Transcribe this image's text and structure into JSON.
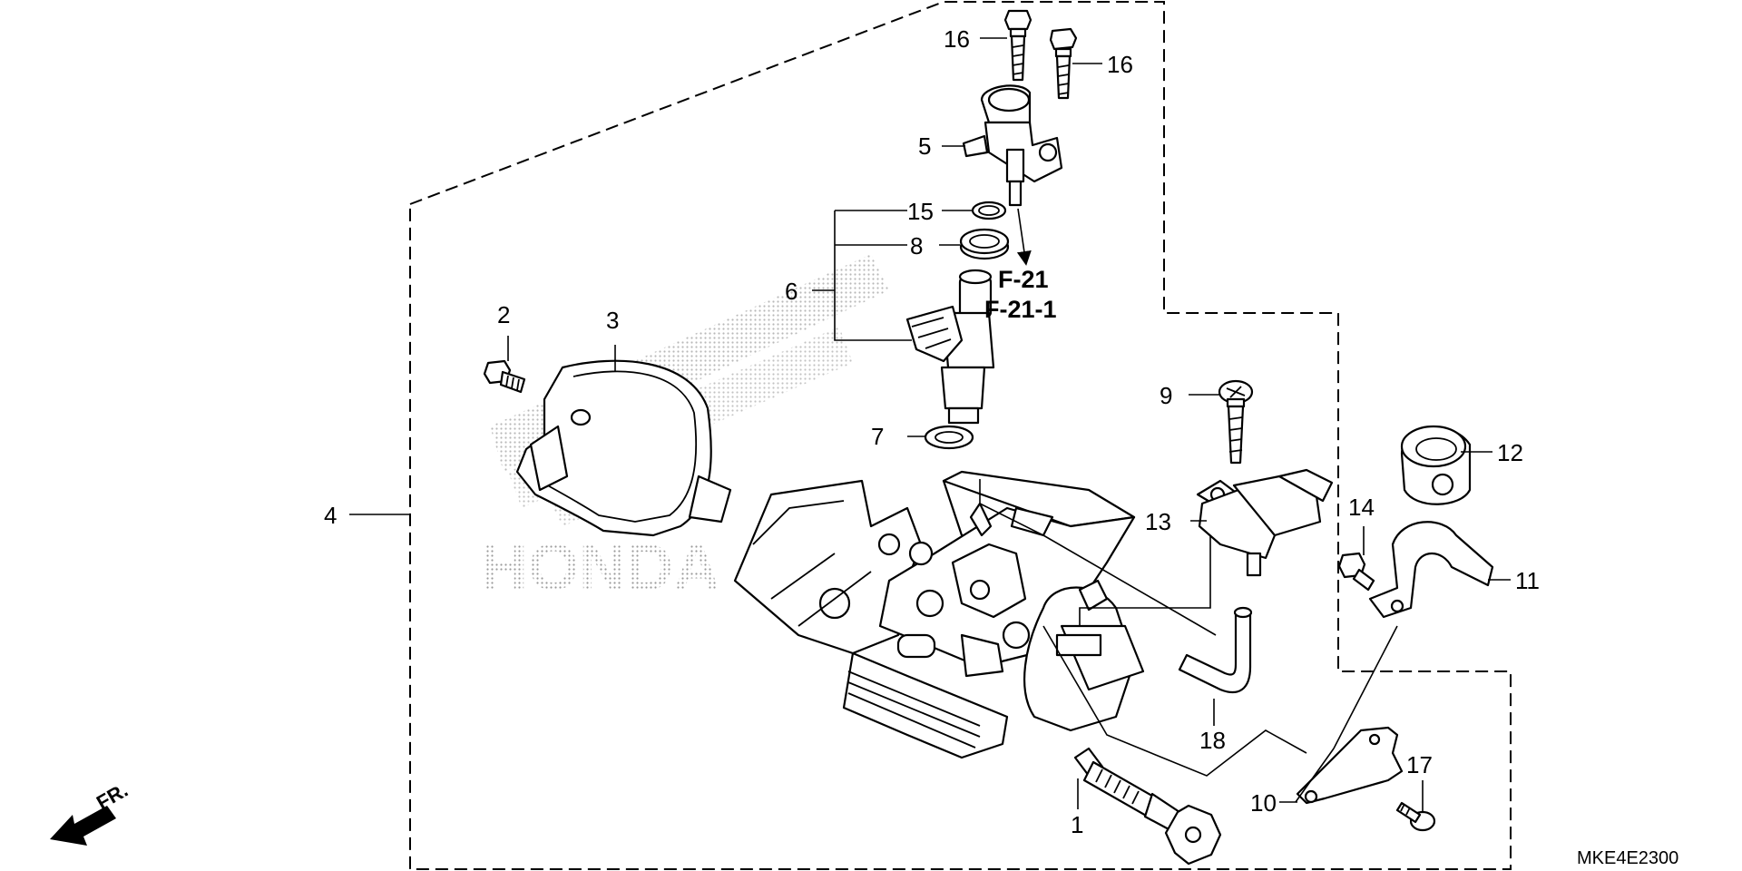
{
  "diagram": {
    "watermark": "HONDA",
    "frame_code": "MKE4E2300",
    "front_indicator": "FR.",
    "ref_labels": [
      "F-21",
      "F-21-1"
    ],
    "callouts": {
      "c1": "1",
      "c2": "2",
      "c3": "3",
      "c4": "4",
      "c5": "5",
      "c6": "6",
      "c7": "7",
      "c8": "8",
      "c9": "9",
      "c10": "10",
      "c11": "11",
      "c12": "12",
      "c13": "13",
      "c14": "14",
      "c15": "15",
      "c16a": "16",
      "c16b": "16",
      "c17": "17",
      "c18": "18"
    }
  }
}
